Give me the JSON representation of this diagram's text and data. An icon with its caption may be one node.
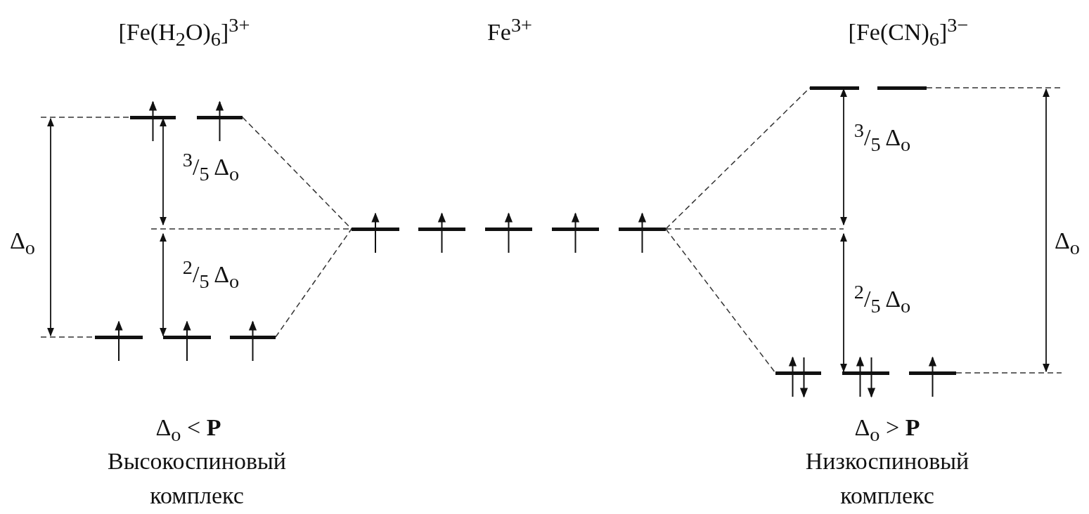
{
  "diagram": {
    "nodes": [
      {
        "text": [],
        "shape": "bar"
      },
      {
        "text": [],
        "shape": "bar"
      },
      {
        "text": [],
        "shape": "bar"
      },
      {
        "text": [],
        "shape": "bar"
      },
      {
        "text": [],
        "shape": "bar"
      },
      {
        "text": [],
        "shape": "bar"
      },
      {
        "text": [],
        "shape": "bar"
      },
      {
        "text": [],
        "shape": "bar"
      },
      {
        "text": [],
        "shape": "bar"
      },
      {
        "text": [],
        "shape": "bar"
      },
      {
        "text": [],
        "shape": "bar"
      },
      {
        "text": [],
        "shape": "bar"
      },
      {
        "text": [],
        "shape": "bar"
      },
      {
        "text": [],
        "shape": "bar"
      },
      {
        "text": [],
        "shape": "bar"
      }
    ],
    "edges": [
      {
        "from": 1,
        "to": 5,
        "arrow": "none",
        "style": "dashed"
      },
      {
        "from": 4,
        "to": 5,
        "arrow": "none",
        "style": "dashed"
      },
      {
        "from": 9,
        "to": 10,
        "arrow": "none",
        "style": "dashed"
      },
      {
        "from": 9,
        "to": 12,
        "arrow": "none",
        "style": "dashed"
      }
    ],
    "labels": [
      "[Fe(H$_{2}$O)$_{6}$]$^{3+}$",
      "Fe$^{3+}$",
      "[Fe(CN)$_{6}$]$^{3−}$",
      "$^{3}$/$_{5}$ Δ$_{o}$",
      "$^{3}$/$_{5}$ Δ$_{o}$",
      "Δ$_{o}$",
      "Δ$_{o}$",
      "$^{2}$/$_{5}$ Δ$_{o}$",
      "$^{2}$/$_{5}$ Δ$_{o}$",
      "Δ$_{o}$ < **P**",
      "Δ$_{o}$ > **P**",
      "Высокоспиновый комплекс",
      "Низкоспиновый комплекс"
    ]
  }
}
